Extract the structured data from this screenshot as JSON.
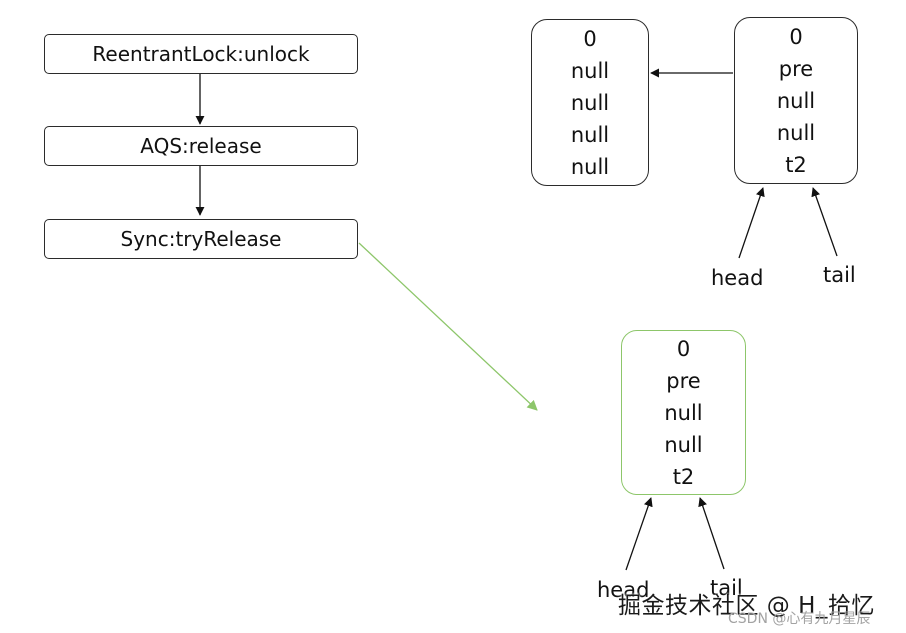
{
  "flow": {
    "step1": "ReentrantLock:unlock",
    "step2": "AQS:release",
    "step3": "Sync:tryRelease"
  },
  "nodes": {
    "a": [
      "0",
      "null",
      "null",
      "null",
      "null"
    ],
    "b": [
      "0",
      "pre",
      "null",
      "null",
      "t2"
    ],
    "c": [
      "0",
      "pre",
      "null",
      "null",
      "t2"
    ]
  },
  "pointers": {
    "head": "head",
    "tail": "tail"
  },
  "colors": {
    "outline": "#2b2b2b",
    "highlight": "#8dc66a"
  },
  "watermark": {
    "main": "掘金技术社区 @ H_拾忆",
    "sub": "CSDN @心有九月星辰"
  }
}
